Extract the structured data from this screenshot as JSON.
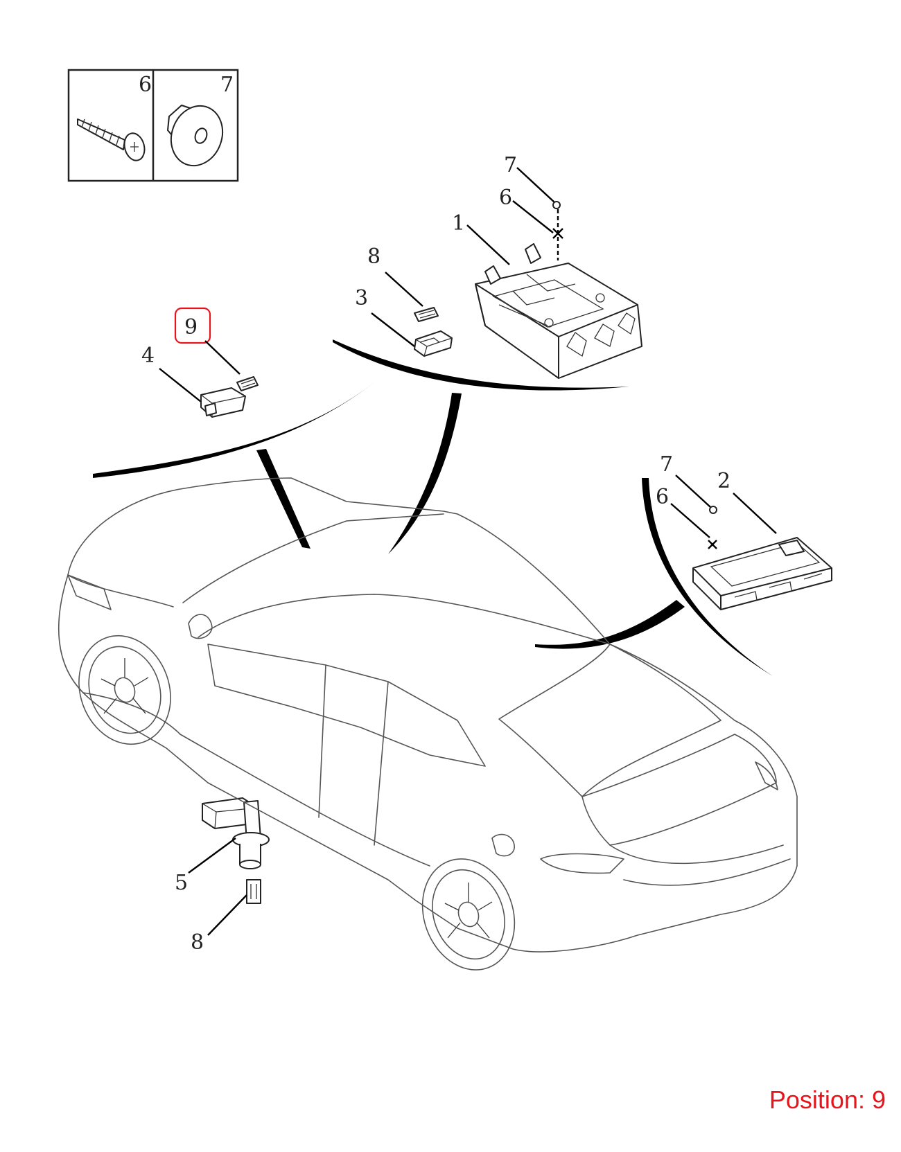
{
  "fastener_box": {
    "screw_number": "6",
    "clip_number": "7"
  },
  "callouts": {
    "front_light_clip": "7",
    "front_light_screw": "6",
    "front_light_assembly": "1",
    "center_bulb": "8",
    "center_lamp": "3",
    "highlighted_bulb": "9",
    "left_lamp": "4",
    "rear_light_clip": "7",
    "rear_light_screw": "6",
    "rear_light_assembly": "2",
    "socket": "5",
    "socket_bulb": "8"
  },
  "highlight": {
    "color": "#e8141b",
    "selected": "9"
  },
  "position_label": "Position: 9"
}
